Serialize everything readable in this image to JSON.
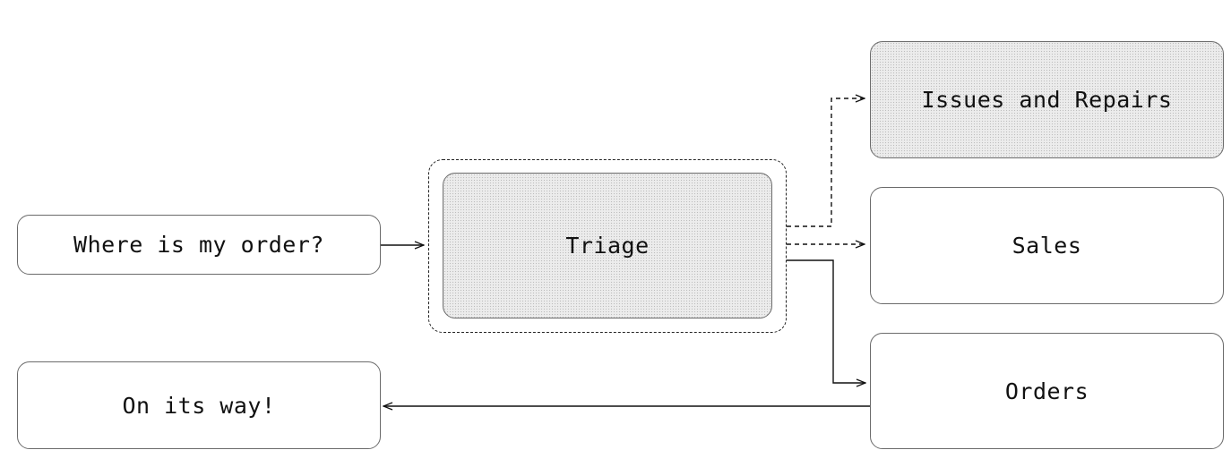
{
  "nodes": {
    "question": "Where is my order?",
    "triage": "Triage",
    "issues": "Issues and Repairs",
    "sales": "Sales",
    "orders": "Orders",
    "answer": "On its way!"
  },
  "colors": {
    "stroke": "#6b6b6b",
    "edge": "#111111",
    "highlight_fill": "#ececec"
  }
}
